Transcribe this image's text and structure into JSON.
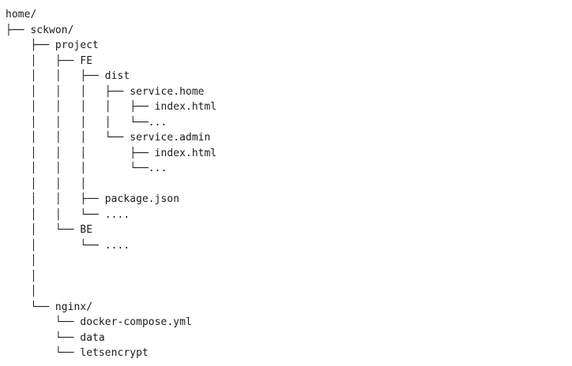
{
  "tree": {
    "lines": [
      "home/",
      "├── sckwon/",
      "    ├── project",
      "    │   ├── FE",
      "    │   │   ├── dist",
      "    │   │   │   ├── service.home",
      "    │   │   │   │   ├── index.html",
      "    │   │   │   │   └──...",
      "    │   │   │   └── service.admin",
      "    │   │   │       ├── index.html",
      "    │   │   │       └──...",
      "    │   │   │",
      "    │   │   ├── package.json",
      "    │   │   └── ....",
      "    │   └── BE",
      "    │       └── ....",
      "    │",
      "    │",
      "    │",
      "    └── nginx/",
      "        └── docker-compose.yml",
      "        └── data",
      "        └── letsencrypt"
    ]
  }
}
